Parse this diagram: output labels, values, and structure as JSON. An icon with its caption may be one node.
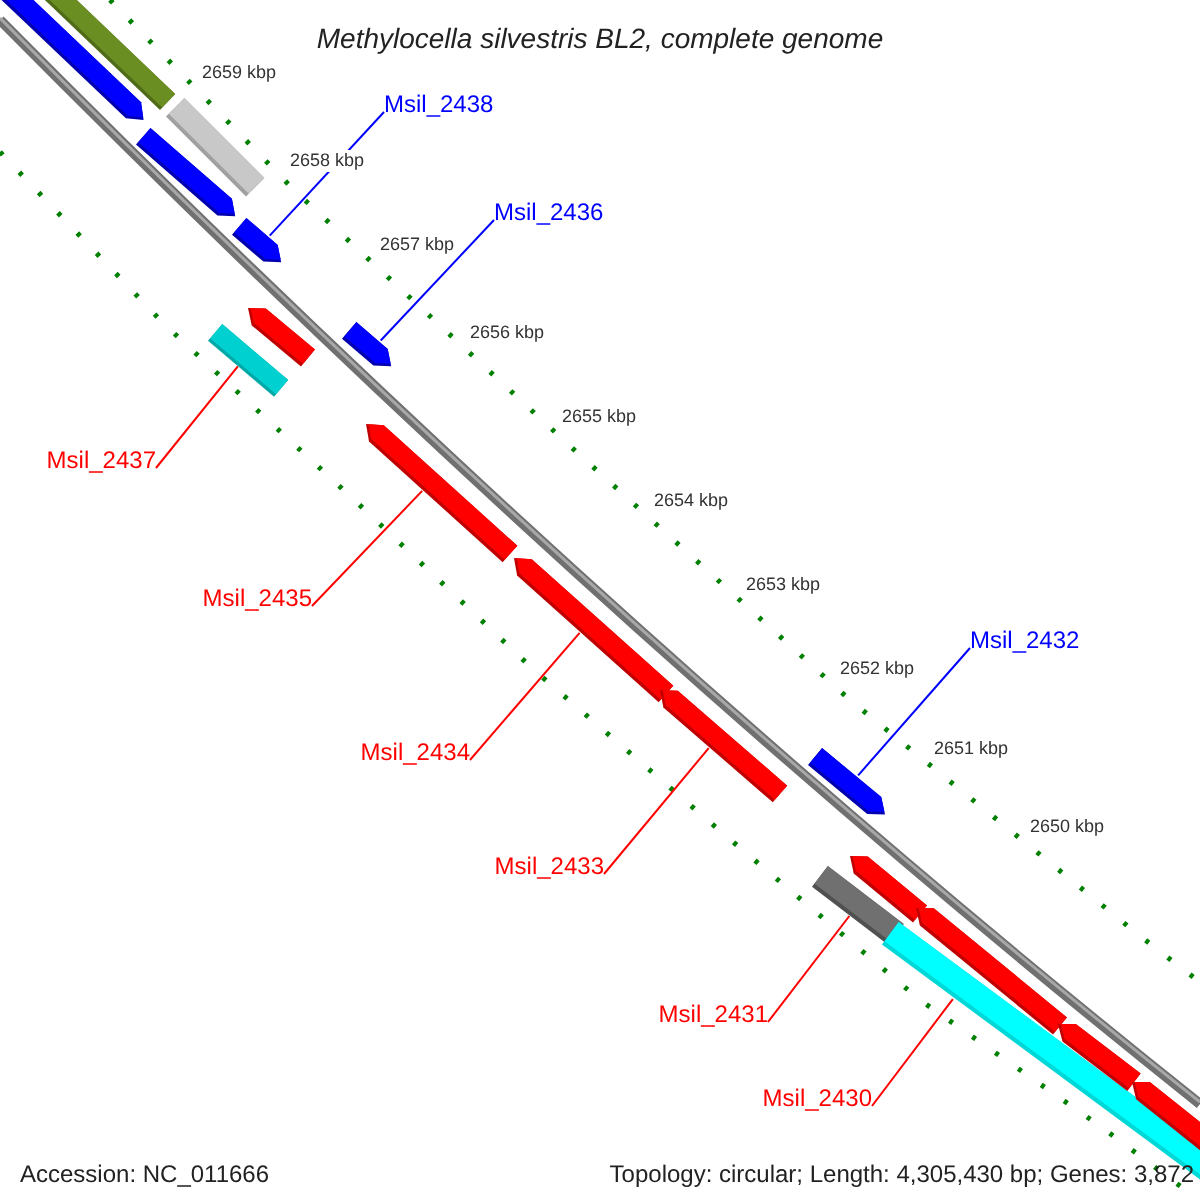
{
  "diagram": {
    "title": "Methylocella silvestris BL2, complete genome",
    "nodes": [
      {
        "text": [],
        "shape": "bar"
      },
      {
        "text": [],
        "shape": "bar"
      },
      {
        "text": [],
        "shape": "bar"
      },
      {
        "text": [],
        "shape": "bar"
      },
      {
        "text": [
          "Msil_2438"
        ]
      },
      {
        "text": [],
        "shape": "bar"
      },
      {
        "text": [
          "Msil_2436"
        ]
      },
      {
        "text": [],
        "shape": "bar"
      },
      {
        "text": [],
        "shape": "bar"
      },
      {
        "text": [],
        "shape": "bar"
      },
      {
        "text": [
          "Msil_2437"
        ]
      },
      {
        "text": [],
        "shape": "bar"
      },
      {
        "text": [
          "Msil_2435"
        ]
      },
      {
        "text": [],
        "shape": "bar"
      },
      {
        "text": [
          "Msil_2434"
        ]
      },
      {
        "text": [],
        "shape": "bar"
      },
      {
        "text": [
          "Msil_2433"
        ]
      },
      {
        "text": [
          "Msil_2432"
        ]
      },
      {
        "text": [],
        "shape": "bar"
      },
      {
        "text": [],
        "shape": "bar"
      },
      {
        "text": [],
        "shape": "bar"
      },
      {
        "text": [],
        "shape": "bar"
      },
      {
        "text": [],
        "shape": "bar"
      },
      {
        "text": [
          "Msil_2431"
        ]
      },
      {
        "text": [],
        "shape": "bar"
      },
      {
        "text": [],
        "shape": "bar"
      },
      {
        "text": [
          "Msil_2430"
        ]
      }
    ],
    "edges": [
      {
        "from": 4,
        "to": 5,
        "arrow": "none",
        "color": "#0000ff"
      },
      {
        "from": 6,
        "to": 7,
        "arrow": "none",
        "color": "#0000ff"
      },
      {
        "from": 10,
        "to": 9,
        "arrow": "none"
      },
      {
        "from": 12,
        "to": 11,
        "arrow": "none"
      },
      {
        "from": 14,
        "to": 13,
        "arrow": "none"
      },
      {
        "from": 16,
        "to": 15,
        "arrow": "none"
      },
      {
        "from": 17,
        "to": 18,
        "arrow": "none",
        "color": "#0000ff"
      },
      {
        "from": 23,
        "to": 20,
        "arrow": "none"
      },
      {
        "from": 26,
        "to": 22,
        "arrow": "none"
      }
    ],
    "labels": [
      "2659 kbp",
      "2658 kbp",
      "2657 kbp",
      "2656 kbp",
      "2655 kbp",
      "2654 kbp",
      "2653 kbp",
      "2652 kbp",
      "2651 kbp",
      "2650 kbp",
      "Accession: NC_011666",
      "Topology: circular; Length: 4,305,430 bp; Genes: 3,872"
    ]
  }
}
